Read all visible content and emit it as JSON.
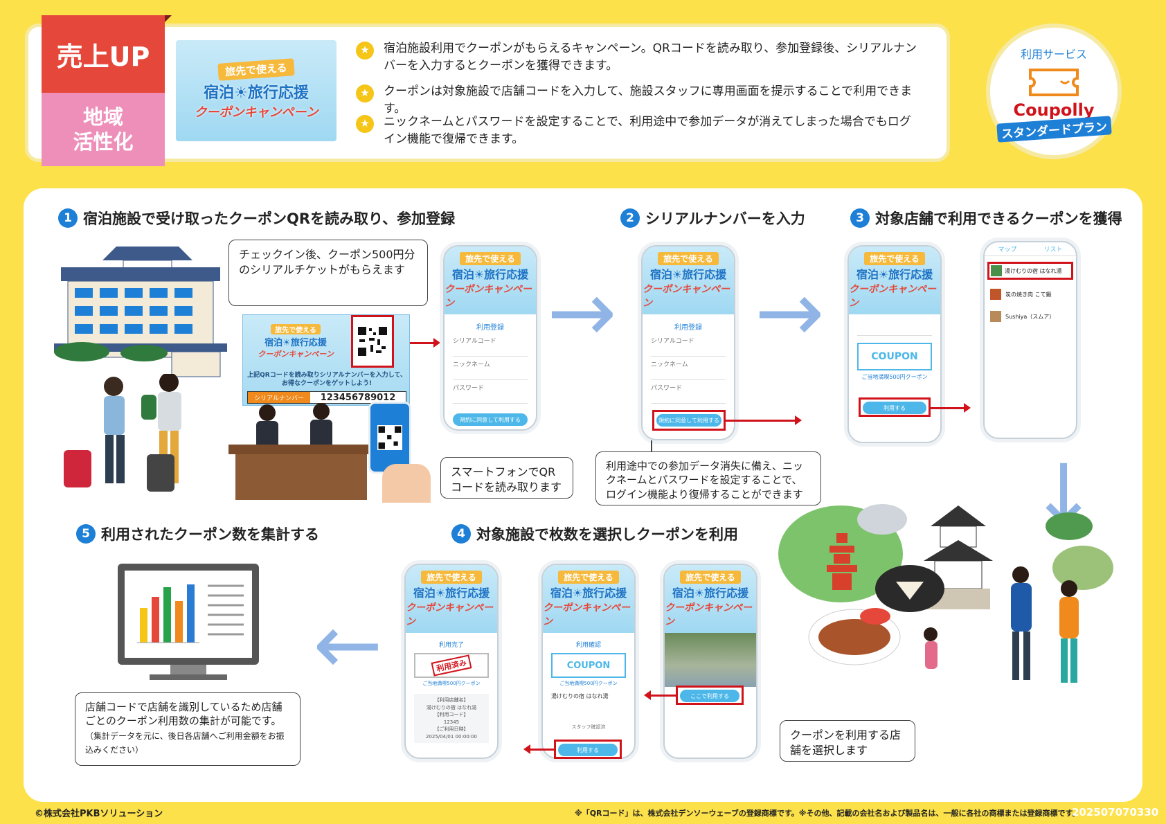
{
  "header": {
    "tag_sales": "売上UP",
    "tag_local": "地域\n活性化",
    "banner": {
      "line1": "旅先で使える",
      "line2": "宿泊☀旅行応援",
      "line3": "クーポンキャンペーン"
    },
    "bullets": [
      "宿泊施設利用でクーポンがもらえるキャンペーン。QRコードを読み取り、参加登録後、シリアルナンバーを入力するとクーポンを獲得できます。",
      "クーポンは対象施設で店舗コードを入力して、施設スタッフに専用画面を提示することで利用できます。",
      "ニックネームとパスワードを設定することで、利用途中で参加データが消えてしまった場合でもログイン機能で復帰できます。"
    ]
  },
  "service": {
    "label": "利用サービス",
    "brand": "Coupolly",
    "plan": "スタンダードプラン"
  },
  "steps": {
    "s1": {
      "num": "1",
      "title": "宿泊施設で受け取ったクーポンQRを読み取り、参加登録"
    },
    "s2": {
      "num": "2",
      "title": "シリアルナンバーを入力"
    },
    "s3": {
      "num": "3",
      "title": "対象店舗で利用できるクーポンを獲得"
    },
    "s4": {
      "num": "4",
      "title": "対象施設で枚数を選択しクーポンを利用"
    },
    "s5": {
      "num": "5",
      "title": "利用されたクーポン数を集計する"
    }
  },
  "bubbles": {
    "checkin": "チェックイン後、クーポン500円分のシリアルチケットがもらえます",
    "smartphone": "スマートフォンでQRコードを読み取ります",
    "login": "利用途中での参加データ消失に備え、ニックネームとパスワードを設定することで、ログイン機能より復帰することができます",
    "select_store": "クーポンを利用する店舗を選択します",
    "aggregate_main": "店舗コードで店舗を識別しているため店舗ごとのクーポン利用数の集計が可能です。",
    "aggregate_note": "（集計データを元に、後日各店舗へご利用金額をお振込みください）"
  },
  "ticket": {
    "instruction": "上記QRコードを読み取りシリアルナンバーを入力して、お得なクーポンをゲットしよう!",
    "serial_label": "シリアルナンバー",
    "serial_value": "123456789012"
  },
  "phones": {
    "register_title": "利用登録",
    "serial_code": "シリアルコード",
    "nickname": "ニックネーム",
    "password": "パスワード",
    "submit": "規約に同意して利用する",
    "coupon": "COUPON",
    "coupon_sub": "ご当地満喫500円クーポン",
    "use_btn": "利用する",
    "tab_map": "マップ",
    "tab_list": "リスト",
    "stores": [
      "湯けむりの宿 はなれ湯",
      "炭の焼き肉 こて鍛",
      "Sushiya（スムア）"
    ],
    "confirm_title": "利用確認",
    "store_name": "湯けむりの宿 はなれ湯",
    "use_here": "ここで利用する",
    "done_title": "利用完了",
    "used_stamp": "利用済み",
    "done_store_label": "【利用店舗名】",
    "done_code_label": "【利用コード】",
    "done_code": "12345",
    "done_time_label": "【ご利用日時】",
    "done_time": "2025/04/01 00:00:00",
    "staff_check": "スタッフ確認済"
  },
  "chart_colors": [
    "#f5c518",
    "#e5483b",
    "#29a34a",
    "#f08a1c",
    "#2a7bd4"
  ],
  "footer": {
    "copyright": "©株式会社PKBソリューション",
    "trademark": "※「QRコード」は、株式会社デンソーウェーブの登録商標です。※その他、記載の会社名および製品名は、一般に各社の商標または登録商標です。",
    "doc_id": "202507070330"
  }
}
